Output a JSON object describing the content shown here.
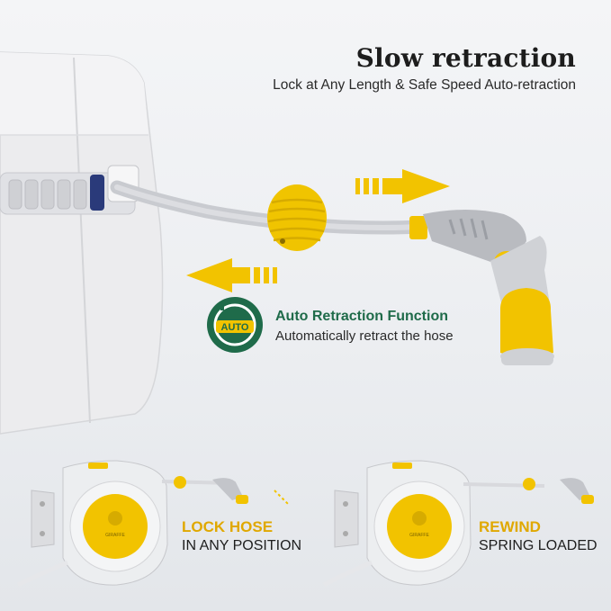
{
  "hero": {
    "title": "Slow retraction",
    "subtitle": "Lock at Any Length & Safe Speed Auto-retraction"
  },
  "auto_feature": {
    "badge_text": "AUTO",
    "title": "Auto Retraction Function",
    "description": "Automatically retract the hose"
  },
  "panels": [
    {
      "title": "LOCK HOSE",
      "subtitle": "IN ANY POSITION",
      "brand": "GIRAFFE"
    },
    {
      "title": "REWIND",
      "subtitle": "SPRING LOADED",
      "brand": "GIRAFFE"
    }
  ],
  "colors": {
    "accent_yellow": "#f2c300",
    "brand_green": "#1f6b4a",
    "reel_gray": "#e6e7ea",
    "hose_gray": "#c9cbd0"
  }
}
